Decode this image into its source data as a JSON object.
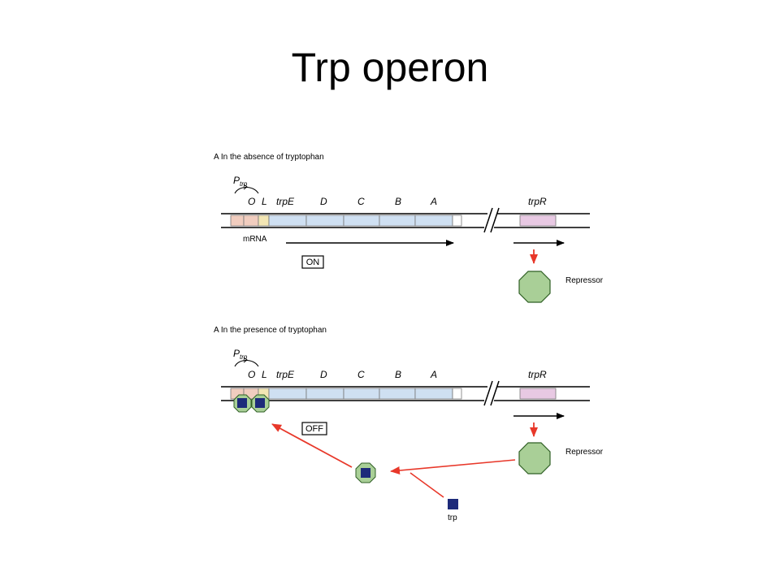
{
  "title": "Trp operon",
  "panel_a": {
    "heading": "A In the absence of tryptophan",
    "promoter": "P",
    "promoter_sub": "trp",
    "regions": [
      "O",
      "L",
      "trpE",
      "D",
      "C",
      "B",
      "A"
    ],
    "regulator_gene": "trpR",
    "mrna": "mRNA",
    "state": "ON",
    "repressor": "Repressor"
  },
  "panel_b": {
    "heading": "A In the presence of tryptophan",
    "promoter": "P",
    "promoter_sub": "trp",
    "regions": [
      "O",
      "L",
      "trpE",
      "D",
      "C",
      "B",
      "A"
    ],
    "regulator_gene": "trpR",
    "state": "OFF",
    "repressor": "Repressor",
    "corepressor": "trp"
  },
  "colors": {
    "operator": "#f1cdbf",
    "leader": "#f3e6b4",
    "gene": "#cfe0f2",
    "trpR": "#e8c9e3",
    "repressor_fill": "#a9cf97",
    "trp_square": "#1d2a7a",
    "arrow_red": "#e8382a"
  }
}
